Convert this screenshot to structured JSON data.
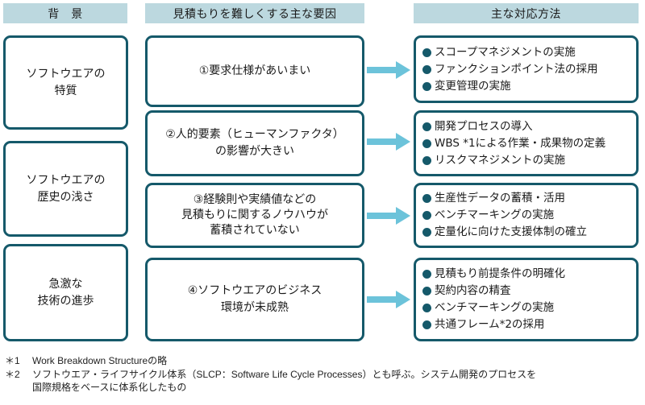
{
  "headers": {
    "background": "背　景",
    "factors": "見積もりを難しくする主な要因",
    "countermeasures": "主な対応方法"
  },
  "background_items": [
    {
      "lines": [
        "ソフトウエアの",
        "特質"
      ]
    },
    {
      "lines": [
        "ソフトウエアの",
        "歴史の浅さ"
      ]
    },
    {
      "lines": [
        "急激な",
        "技術の進歩"
      ]
    }
  ],
  "factors": [
    {
      "lines": [
        "①要求仕様があいまい"
      ]
    },
    {
      "lines": [
        "②人的要素（ヒューマンファクタ）",
        "の影響が大きい"
      ]
    },
    {
      "lines": [
        "③経験則や実績値などの",
        "見積もりに関するノウハウが",
        "蓄積されていない"
      ]
    },
    {
      "lines": [
        "④ソフトウエアのビジネス",
        "環境が未成熟"
      ]
    }
  ],
  "countermeasures": [
    {
      "items": [
        "スコープマネジメントの実施",
        "ファンクションポイント法の採用",
        "変更管理の実施"
      ]
    },
    {
      "items": [
        "開発プロセスの導入",
        "WBS *1による作業・成果物の定義",
        "リスクマネジメントの実施"
      ]
    },
    {
      "items": [
        "生産性データの蓄積・活用",
        "ベンチマーキングの実施",
        "定量化に向けた支援体制の確立"
      ]
    },
    {
      "items": [
        "見積もり前提条件の明確化",
        "契約内容の精査",
        "ベンチマーキングの実施",
        "共通フレーム*2の採用"
      ]
    }
  ],
  "footnotes": [
    {
      "mark": "＊1",
      "lines": [
        "Work Breakdown Structureの略"
      ]
    },
    {
      "mark": "＊2",
      "lines": [
        "ソフトウエア・ライフサイクル体系（SLCP：Software Life Cycle Processes）とも呼ぶ。システム開発のプロセスを",
        "国際規格をベースに体系化したもの"
      ]
    }
  ],
  "colors": {
    "border": "#15596a",
    "header_bg": "#bcd8df",
    "arrow": "#6cc3da",
    "bullet": "#15596a"
  }
}
